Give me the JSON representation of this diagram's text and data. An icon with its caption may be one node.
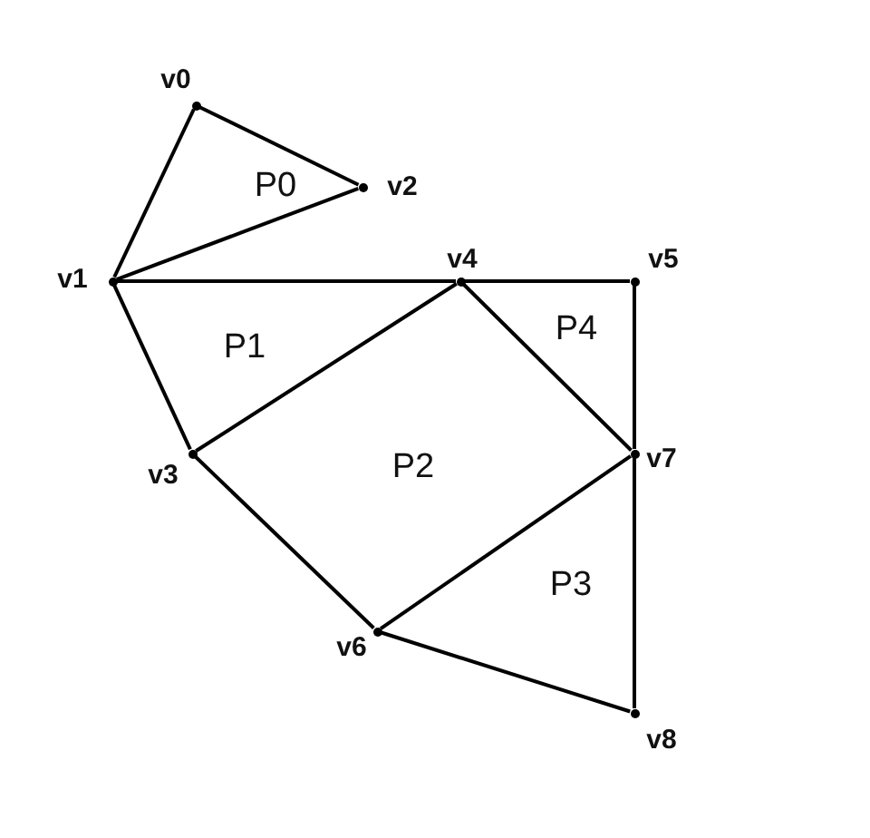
{
  "diagram": {
    "nodes": [
      {
        "text": [],
        "shape": "point",
        "beside": [
          "v0"
        ]
      },
      {
        "text": [],
        "shape": "point",
        "beside": [
          "v2"
        ]
      },
      {
        "text": [],
        "shape": "point",
        "beside": [
          "v1"
        ]
      },
      {
        "text": [],
        "shape": "point",
        "beside": [
          "v4"
        ]
      },
      {
        "text": [],
        "shape": "point",
        "beside": [
          "v5"
        ]
      },
      {
        "text": [],
        "shape": "point",
        "beside": [
          "v3"
        ]
      },
      {
        "text": [],
        "shape": "point",
        "beside": [
          "v7"
        ]
      },
      {
        "text": [],
        "shape": "point",
        "beside": [
          "v6"
        ]
      },
      {
        "text": [],
        "shape": "point",
        "beside": [
          "v8"
        ]
      }
    ],
    "edges": [
      {
        "from": 0,
        "to": 1,
        "arrow": "none"
      },
      {
        "from": 0,
        "to": 2,
        "arrow": "none"
      },
      {
        "from": 2,
        "to": 1,
        "arrow": "none"
      },
      {
        "from": 2,
        "to": 3,
        "arrow": "none"
      },
      {
        "from": 3,
        "to": 4,
        "arrow": "none"
      },
      {
        "from": 2,
        "to": 5,
        "arrow": "none"
      },
      {
        "from": 5,
        "to": 3,
        "arrow": "none"
      },
      {
        "from": 3,
        "to": 6,
        "arrow": "none"
      },
      {
        "from": 4,
        "to": 6,
        "arrow": "none"
      },
      {
        "from": 5,
        "to": 7,
        "arrow": "none"
      },
      {
        "from": 7,
        "to": 6,
        "arrow": "none"
      },
      {
        "from": 6,
        "to": 8,
        "arrow": "none"
      },
      {
        "from": 7,
        "to": 8,
        "arrow": "none"
      }
    ],
    "labels": [
      "P0",
      "P1",
      "P4",
      "P2",
      "P3"
    ]
  }
}
